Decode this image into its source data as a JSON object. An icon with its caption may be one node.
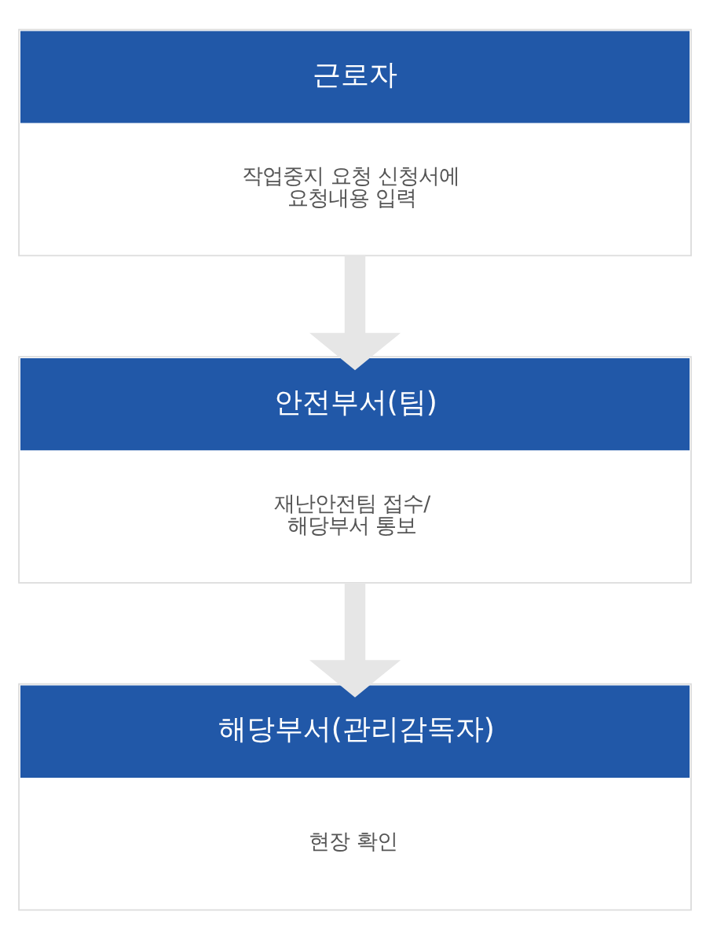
{
  "diagram": {
    "nodes": [
      {
        "text": [
          "근로자",
          "작업중지 요청 신청서에 요청내용 입력"
        ]
      },
      {
        "text": [
          "안전부서(팀)",
          "재난안전팀 접수/ 해당부서 통보"
        ]
      },
      {
        "text": [
          "해당부서(관리감독자)",
          "현장 확인"
        ]
      }
    ],
    "edges": [
      {
        "from": 0,
        "to": 1,
        "arrow": "to"
      },
      {
        "from": 1,
        "to": 2,
        "arrow": "to"
      }
    ]
  }
}
